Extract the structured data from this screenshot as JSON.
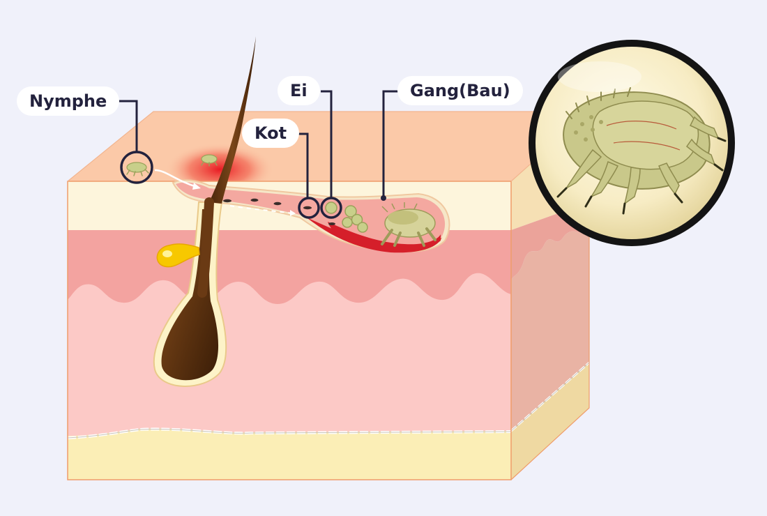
{
  "diagram": {
    "labels": {
      "nymphe": "Nymphe",
      "kot": "Kot",
      "ei": "Ei",
      "gang": "Gang(Bau)"
    },
    "colors": {
      "background": "#f0f1fa",
      "label_text": "#23223d",
      "label_bg": "#ffffff",
      "epidermis_top": "#fbc9a8",
      "stratum_light": "#fdf5dc",
      "dermis_upper": "#f3a3a0",
      "dermis": "#fcc9c6",
      "subcutis": "#fbeeb6",
      "burrow_red": "#d51f2a",
      "hair_brown": "#6a3a14",
      "mite_green": "#c7c98a",
      "leader_line": "#23223d"
    },
    "icons": [
      "hair-icon",
      "mite-icon",
      "egg-icon",
      "magnifier-icon",
      "sebaceous-drop-icon"
    ]
  }
}
